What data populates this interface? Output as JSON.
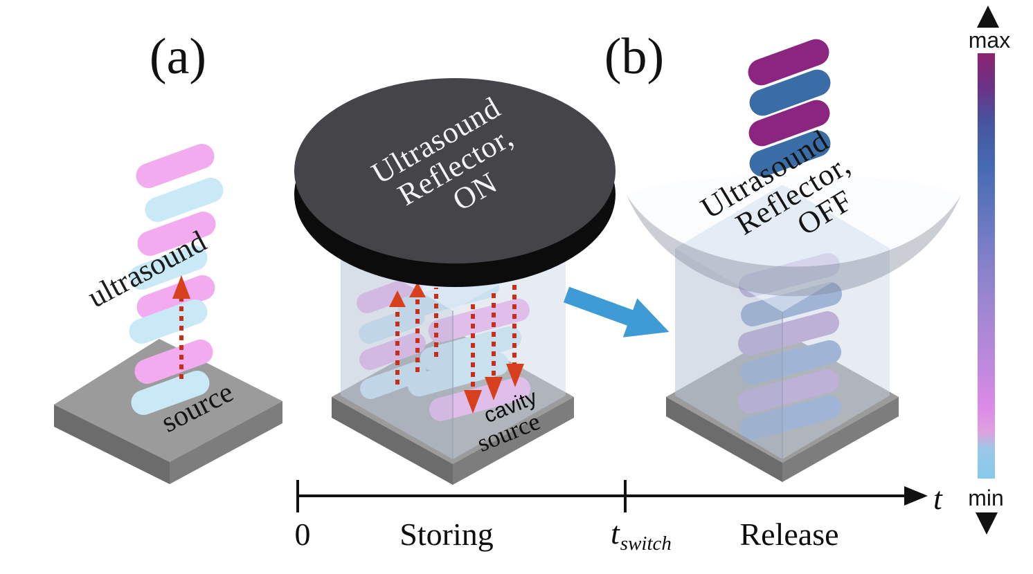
{
  "panel_a": {
    "label": "(a)",
    "wave_label": "ultrasound",
    "source_label": "source"
  },
  "storing": {
    "reflector_line1": "Ultrasound",
    "reflector_line2": "Reflector,",
    "reflector_line3": "ON",
    "cavity_label": "cavity",
    "source_label": "source"
  },
  "panel_b": {
    "label": "(b)",
    "reflector_line1": "Ultrasound",
    "reflector_line2": "Reflector,",
    "reflector_line3": "OFF"
  },
  "timeline": {
    "origin_tick": "0",
    "storing_label": "Storing",
    "switch_base": "t",
    "switch_sub": "switch",
    "release_label": "Release",
    "axis_symbol": "t"
  },
  "colorbar": {
    "max_label": "max",
    "min_label": "min"
  },
  "colors": {
    "pink": "#f2abef",
    "cyan": "#c9e9f7",
    "purple": "#8b2580",
    "blue": "#3a6da6",
    "lavender": "#b294cc",
    "slate": "#7e9cc8",
    "arrow_red": "#c82e1a",
    "arrow_head": "#d6401c",
    "arrow_blue": "#3f9bd5",
    "disc_top": "#454449",
    "disc_rim": "#0c0c0c",
    "platform_top": "#9b9b9b",
    "platform_left": "#6c6c6c",
    "platform_right": "#7d7d7d",
    "box_top": "rgba(222,231,243,0.78)",
    "box_left": "rgba(184,197,215,0.55)",
    "box_right": "rgba(202,213,229,0.45)",
    "bowl_face": "#fbfcfd",
    "bowl_band": "rgba(124,134,150,0.40)",
    "cb0": "#8b2470",
    "cb1": "#6b3287",
    "cb2": "#47549f",
    "cb3": "#4569b2",
    "cb4": "#6377bf",
    "cb5": "#8781cb",
    "cb6": "#a487d3",
    "cb7": "#bd89dd",
    "cb8": "#dc8ae7",
    "cb9": "#dfa0e0",
    "cb10": "#9cc8e8",
    "cb11": "#86c9ea"
  }
}
